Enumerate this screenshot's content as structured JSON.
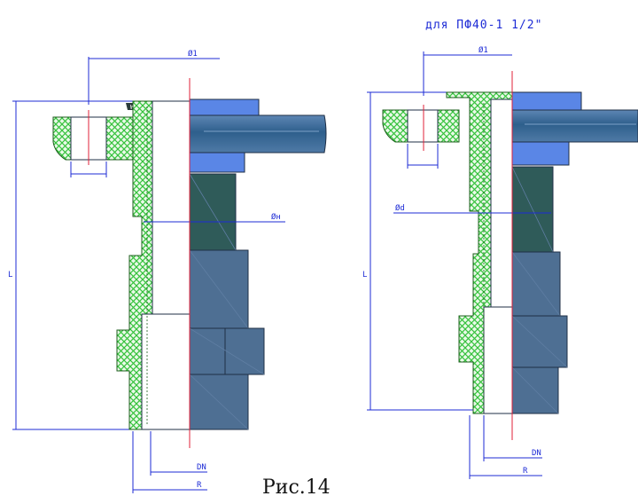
{
  "diagram": {
    "header_note": "для ПФ40-1 1/2\"",
    "caption": "Рис.14",
    "left_view": {
      "dim_d1": "Ø1",
      "dim_dn_inner": "Øн",
      "dim_L": "L",
      "dim_DN": "DN",
      "dim_R": "R"
    },
    "right_view": {
      "dim_d1": "Ø1",
      "dim_d": "Ød",
      "dim_L": "L",
      "dim_DN": "DN",
      "dim_R": "R"
    },
    "colors": {
      "hatch_green": "#35c23c",
      "steel_blue": "#4e6f93",
      "dark_teal": "#2f5b59",
      "light_blue": "#5a86e6",
      "dimension_blue": "#1d2bd6",
      "axis_red": "#e0203a"
    }
  }
}
